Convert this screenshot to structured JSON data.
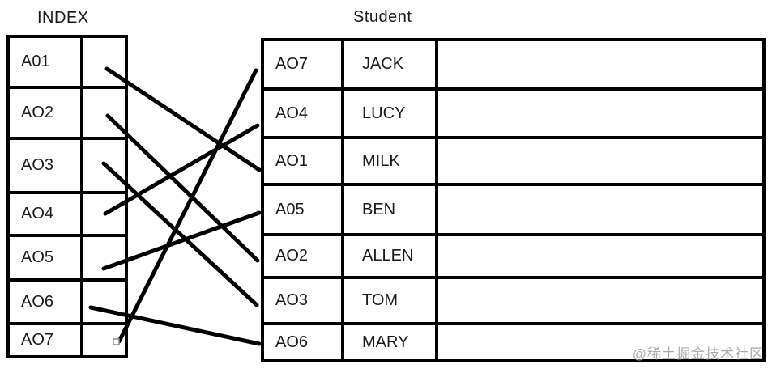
{
  "index_table": {
    "title": "INDEX",
    "rows": [
      "A01",
      "AO2",
      "AO3",
      "AO4",
      "AO5",
      "AO6",
      "AO7"
    ]
  },
  "student_table": {
    "title": "Student",
    "rows": [
      {
        "id": "AO7",
        "name": "JACK"
      },
      {
        "id": "AO4",
        "name": "LUCY"
      },
      {
        "id": "AO1",
        "name": "MILK"
      },
      {
        "id": "A05",
        "name": "BEN"
      },
      {
        "id": "AO2",
        "name": "ALLEN"
      },
      {
        "id": "AO3",
        "name": "TOM"
      },
      {
        "id": "AO6",
        "name": "MARY"
      }
    ]
  },
  "connections": [
    {
      "from": "A01",
      "to": "AO1"
    },
    {
      "from": "AO2",
      "to": "AO2"
    },
    {
      "from": "AO3",
      "to": "AO3"
    },
    {
      "from": "AO4",
      "to": "AO4"
    },
    {
      "from": "AO5",
      "to": "A05"
    },
    {
      "from": "AO6",
      "to": "AO6"
    },
    {
      "from": "AO7",
      "to": "AO7"
    }
  ],
  "watermark": {
    "text": "@稀土掘金技术社区",
    "color": "#ababab"
  },
  "colors": {
    "line": "#000000",
    "table_border": "#000000",
    "text": "#1b1b1b",
    "background": "#ffffff"
  }
}
